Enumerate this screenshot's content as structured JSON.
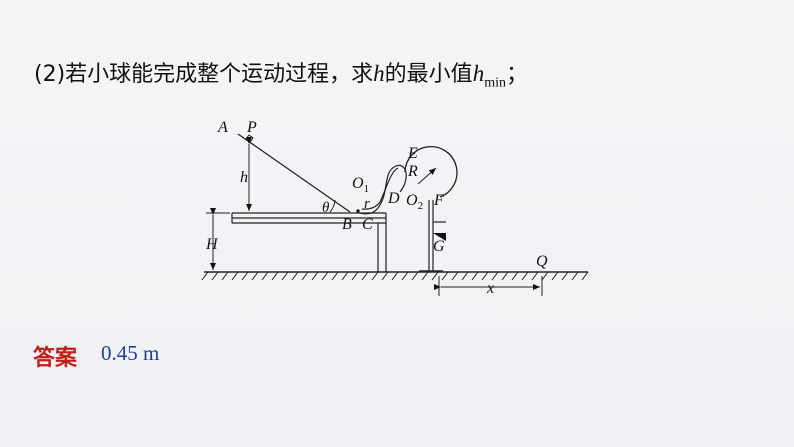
{
  "question": {
    "prefix": "(2)若小球能完成整个运动过程，求",
    "var_h": "h",
    "middle": "的最小值",
    "var_hmin": "h",
    "sub_min": "min",
    "suffix": "；"
  },
  "figure_labels": {
    "A": "A",
    "P": "P",
    "h": "h",
    "theta": "θ",
    "B": "B",
    "C": "C",
    "H": "H",
    "O1": "O",
    "O1_sub": "1",
    "r": "r",
    "D": "D",
    "E": "E",
    "R": "R",
    "O2": "O",
    "O2_sub": "2",
    "F": "F",
    "G": "G",
    "Q": "Q",
    "x": "x"
  },
  "answer": {
    "label": "答案",
    "value": "0.45 m"
  }
}
